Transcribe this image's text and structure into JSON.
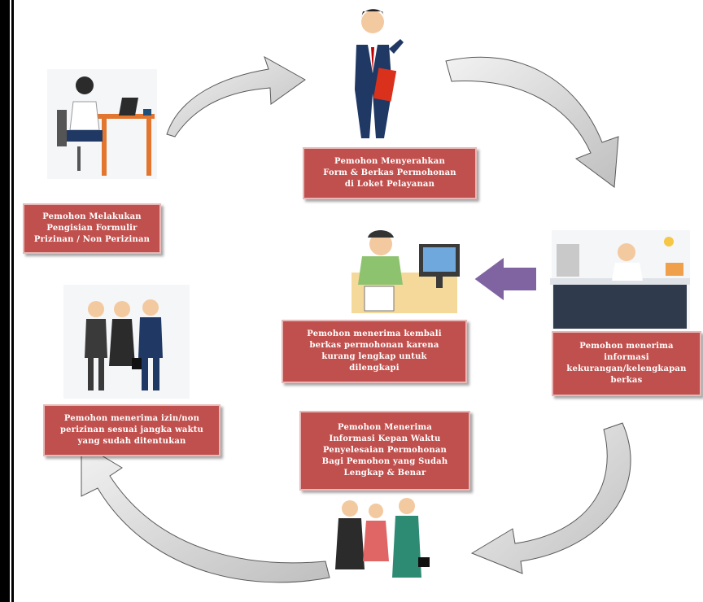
{
  "steps": {
    "fill_form": "Pemohon Melakukan\nPengisian Formulir\nPrizinan / Non Perizinan",
    "submit": "Pemohon Menyerahkan\nForm & Berkas Permohonan\ndi Loket Pelayanan",
    "receive_info": "Pemohon menerima\ninformasi\nkekurangan/kelengkapan\nberkas",
    "return_docs": "Pemohon menerima kembali\nberkas permohonan karena\nkurang lengkap  untuk\ndilengkapi",
    "receive_permit": "Pemohon menerima izin/non\nperizinan sesuai jangka waktu\nyang sudah ditentukan",
    "receive_schedule": "Pemohon Menerima\nInformasi Kepan Waktu\nPenyelesaian Permohonan\nBagi Pemohon yang Sudah\nLengkap & Benar"
  },
  "colors": {
    "box": "#c0504d",
    "arrow_gray": "#d9d9d9",
    "arrow_purple": "#8064a2"
  }
}
